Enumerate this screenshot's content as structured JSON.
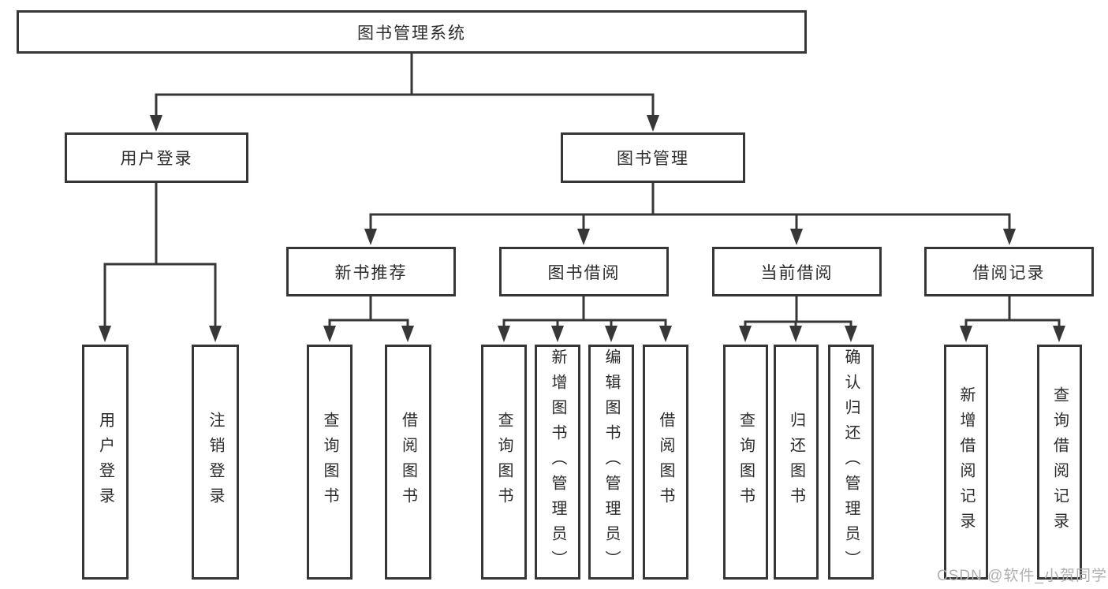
{
  "tree": {
    "label": "图书管理系统",
    "children": [
      {
        "label": "用户登录",
        "children": [
          {
            "label": "用户登录"
          },
          {
            "label": "注销登录"
          }
        ]
      },
      {
        "label": "图书管理",
        "children": [
          {
            "label": "新书推荐",
            "children": [
              {
                "label": "查询图书"
              },
              {
                "label": "借阅图书"
              }
            ]
          },
          {
            "label": "图书借阅",
            "children": [
              {
                "label": "查询图书"
              },
              {
                "label": "新增图书（管理员）"
              },
              {
                "label": "编辑图书（管理员）"
              },
              {
                "label": "借阅图书"
              }
            ]
          },
          {
            "label": "当前借阅",
            "children": [
              {
                "label": "查询图书"
              },
              {
                "label": "归还图书"
              },
              {
                "label": "确认归还（管理员）"
              }
            ]
          },
          {
            "label": "借阅记录",
            "children": [
              {
                "label": "新增借阅记录"
              },
              {
                "label": "查询借阅记录"
              }
            ]
          }
        ]
      }
    ]
  },
  "watermark": {
    "text": "CSDN @软件_小贺同学"
  },
  "colors": {
    "line": "#373737",
    "text": "#2b2b2b",
    "watermark": "#b0b0b0",
    "background": "#ffffff"
  }
}
